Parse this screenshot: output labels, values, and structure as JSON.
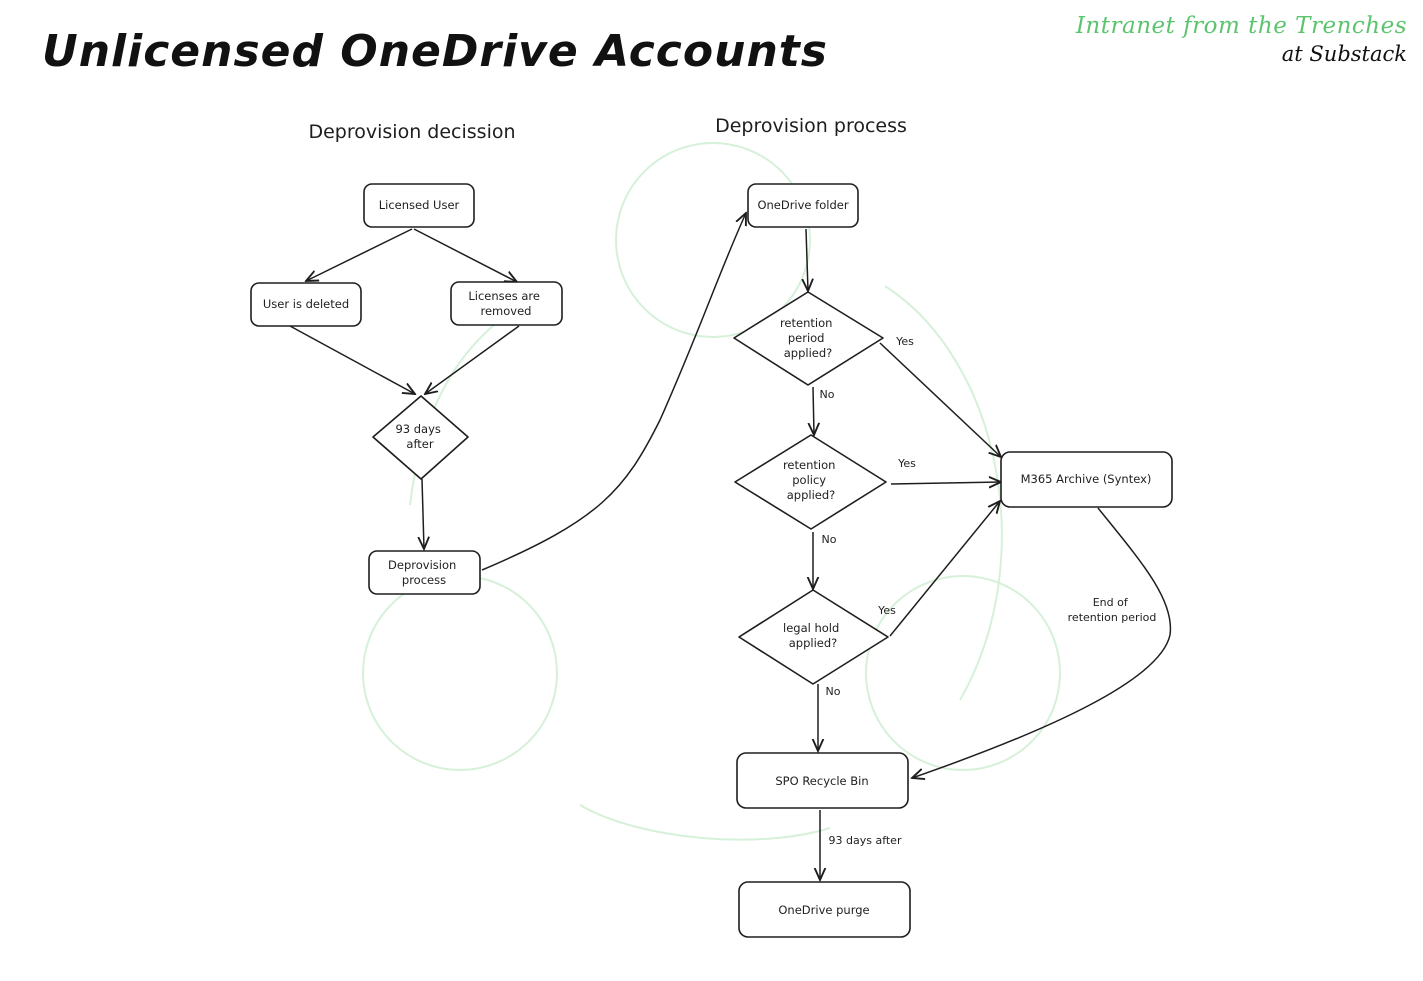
{
  "title": "Unlicensed OneDrive Accounts",
  "brand": {
    "line1": "Intranet from the Trenches",
    "line2": "at Substack"
  },
  "sections": {
    "decision": "Deprovision decission",
    "process": "Deprovision process"
  },
  "nodes": {
    "licensed_user": "Licensed User",
    "user_deleted": "User is deleted",
    "licenses_removed": [
      "Licenses are",
      "removed"
    ],
    "days_93": [
      "93 days",
      "after"
    ],
    "deprov_process": [
      "Deprovision",
      "process"
    ],
    "onedrive_folder": "OneDrive folder",
    "retention_period": [
      "retention",
      "period",
      "applied?"
    ],
    "retention_policy": [
      "retention",
      "policy",
      "applied?"
    ],
    "legal_hold": [
      "legal hold",
      "applied?"
    ],
    "m365_archive": "M365 Archive (Syntex)",
    "spo_recycle": "SPO Recycle Bin",
    "onedrive_purge": "OneDrive purge"
  },
  "edge_labels": {
    "yes1": "Yes",
    "no1": "No",
    "yes2": "Yes",
    "no2": "No",
    "yes3": "Yes",
    "no3": "No",
    "end_retention": [
      "End of",
      "retention period"
    ],
    "days_after": "93 days after"
  },
  "colors": {
    "accent": "#5cc46f",
    "decor": "#d6f0d9",
    "stroke": "#1e1e1e"
  }
}
